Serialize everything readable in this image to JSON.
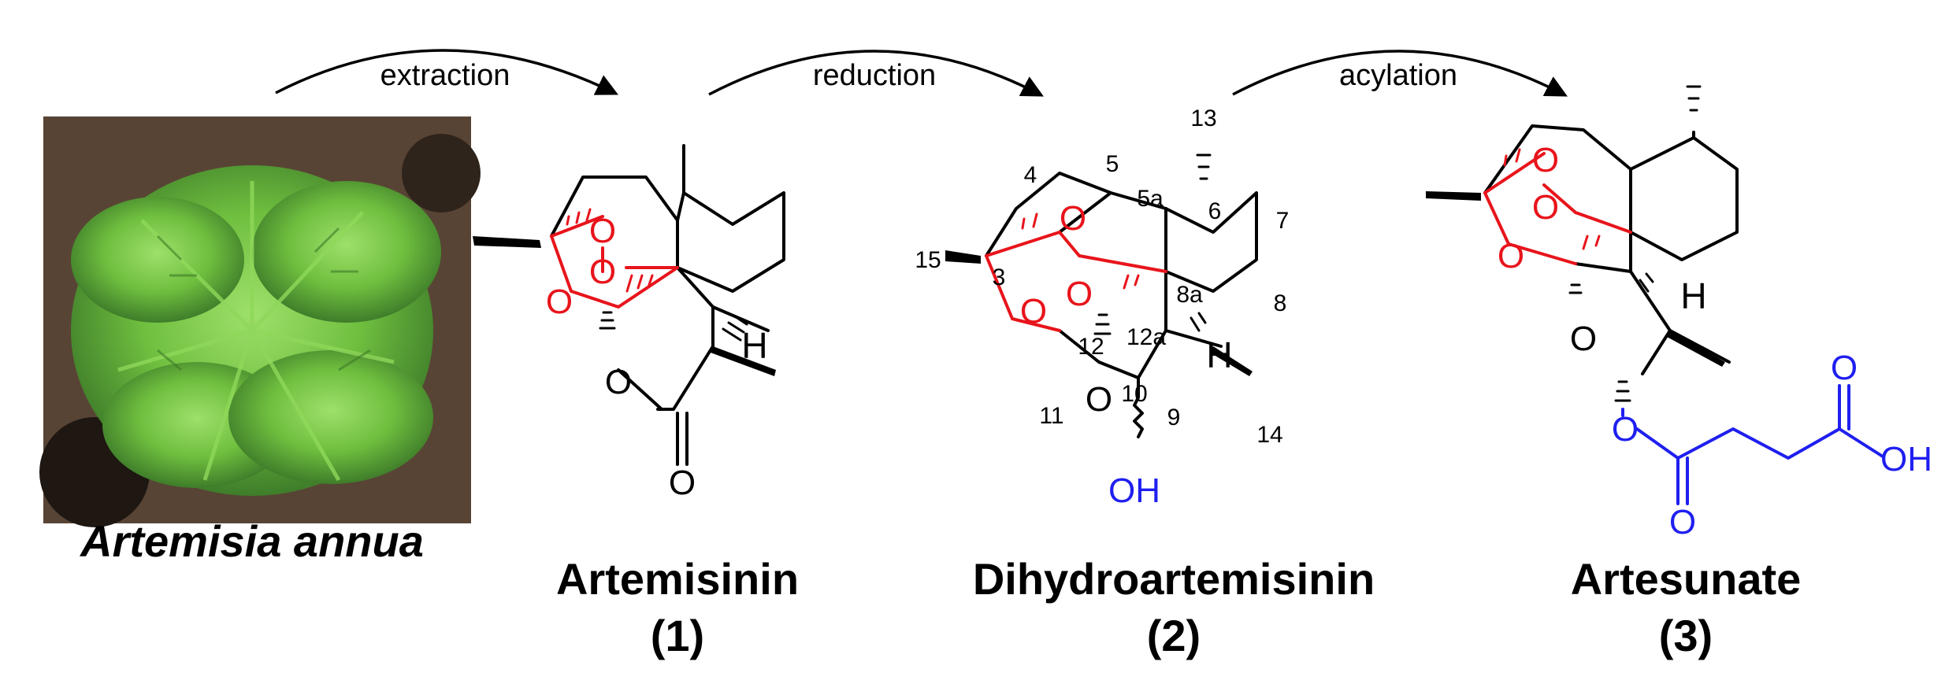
{
  "arrows": [
    {
      "label": "extraction"
    },
    {
      "label": "reduction"
    },
    {
      "label": "acylation"
    }
  ],
  "plant": {
    "caption": "Artemisia annua"
  },
  "compounds": [
    {
      "name": "Artemisinin",
      "number": "(1)"
    },
    {
      "name": "Dihydroartemisinin",
      "number": "(2)"
    },
    {
      "name": "Artesunate",
      "number": "(3)"
    }
  ],
  "atoms": {
    "O": "O",
    "H": "H",
    "OH": "OH"
  },
  "locants": [
    "13",
    "4",
    "5",
    "5a",
    "6",
    "7",
    "15",
    "3",
    "8a",
    "8",
    "12",
    "12a",
    "11",
    "10",
    "9",
    "14"
  ],
  "colors": {
    "carbon": "#000000",
    "peroxide": "#e8141b",
    "substituent": "#1f1ff0",
    "plant_leaf": "#6fbf3f",
    "soil": "#4a3a2c"
  }
}
